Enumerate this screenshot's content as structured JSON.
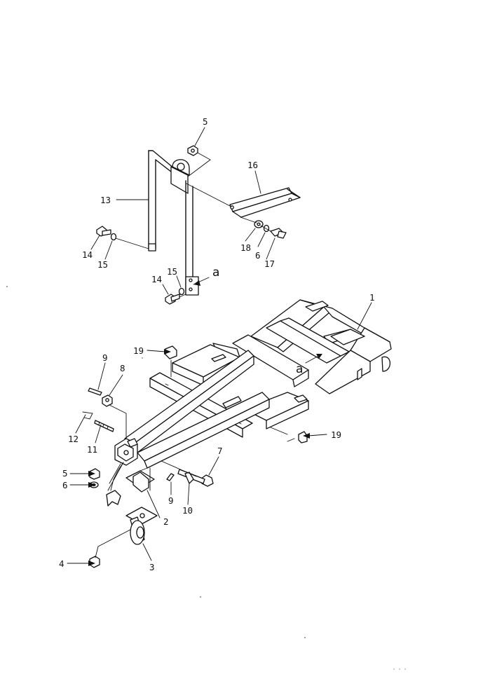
{
  "diagram": {
    "callouts": {
      "c1": "1",
      "c2": "2",
      "c3": "3",
      "c4": "4",
      "c5a": "5",
      "c5b": "5",
      "c6a": "6",
      "c6b": "6",
      "c7": "7",
      "c8": "8",
      "c9a": "9",
      "c9b": "9",
      "c10": "10",
      "c11": "11",
      "c12": "12",
      "c13": "13",
      "c14a": "14",
      "c14b": "14",
      "c15a": "15",
      "c15b": "15",
      "c16": "16",
      "c17": "17",
      "c18": "18",
      "c19a": "19",
      "c19b": "19"
    },
    "reference_marks": {
      "top": "a",
      "frame": "a"
    }
  }
}
